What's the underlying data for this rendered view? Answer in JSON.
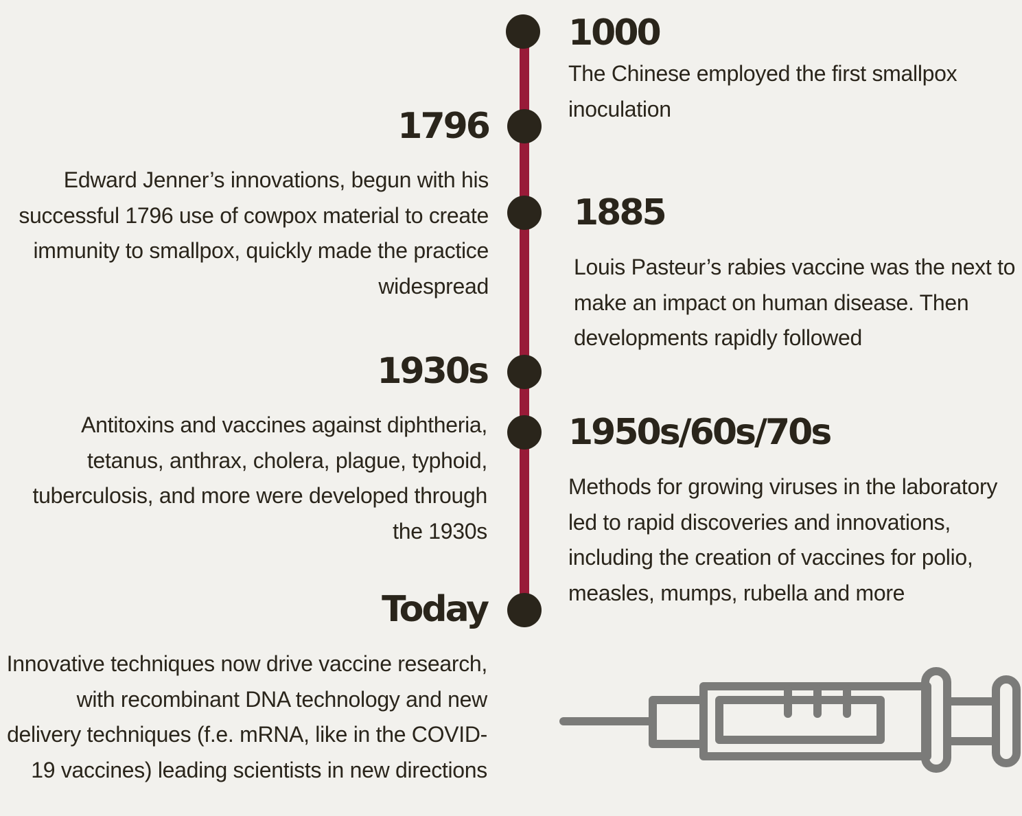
{
  "events": [
    {
      "year": "1000",
      "description": "The Chinese employed the first smallpox inoculation"
    },
    {
      "year": "1796",
      "description": "Edward Jenner’s innovations, begun with his successful 1796 use of cowpox material to create immunity to smallpox, quickly made the practice widespread"
    },
    {
      "year": "1885",
      "description": "Louis Pasteur’s rabies vaccine was the next to make an impact on human disease. Then developments rapidly followed"
    },
    {
      "year": "1930s",
      "description": "Antitoxins and vaccines against diphtheria, tetanus, anthrax, cholera, plague, typhoid, tuberculosis, and more were developed through the 1930s"
    },
    {
      "year": "1950s/60s/70s",
      "description": "Methods for growing viruses in the laboratory led to rapid discoveries and innovations, including the creation of vaccines for polio, measles, mumps, rubella and more"
    },
    {
      "year": "Today",
      "description": "Innovative techniques now drive vaccine research, with recombinant DNA technology and new delivery techniques (f.e. mRNA, like in the COVID-19 vaccines) leading scientists in new directions"
    }
  ],
  "colors": {
    "background": "#f2f1ed",
    "text": "#2a251b",
    "line": "#981b38",
    "dot": "#2a251b",
    "syringe": "#7b7b79"
  },
  "icons": {
    "illustration": "syringe-icon"
  }
}
